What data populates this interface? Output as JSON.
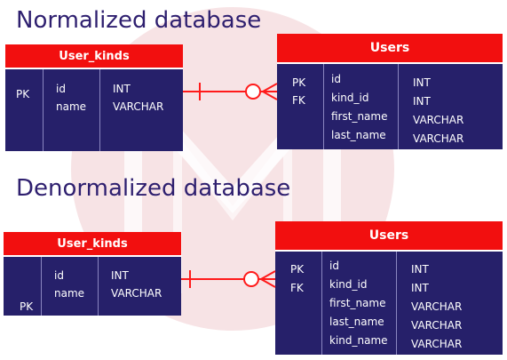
{
  "colors": {
    "heading": "#2e1f6f",
    "table_header": "#f20f0f",
    "table_body": "#26206a",
    "relation_line": "#ff1a1a",
    "watermark": "#f7e3e5"
  },
  "watermark": {
    "icon": "m-logo-icon"
  },
  "normalized": {
    "heading": "Normalized database",
    "user_kinds": {
      "title": "User_kinds",
      "keys": [
        "PK"
      ],
      "fields": [
        "id",
        "name"
      ],
      "types": [
        "INT",
        "VARCHAR"
      ]
    },
    "users": {
      "title": "Users",
      "keys": [
        "PK",
        "FK"
      ],
      "fields": [
        "id",
        "kind_id",
        "first_name",
        "last_name"
      ],
      "types": [
        "INT",
        "INT",
        "VARCHAR",
        "VARCHAR"
      ]
    },
    "relationship": {
      "from": "one",
      "to": "many"
    }
  },
  "denormalized": {
    "heading": "Denormalized database",
    "user_kinds": {
      "title": "User_kinds",
      "keys": [
        "PK"
      ],
      "fields": [
        "id",
        "name"
      ],
      "types": [
        "INT",
        "VARCHAR"
      ]
    },
    "users": {
      "title": "Users",
      "keys": [
        "PK",
        "FK"
      ],
      "fields": [
        "id",
        "kind_id",
        "first_name",
        "last_name",
        "kind_name"
      ],
      "types": [
        "INT",
        "INT",
        "VARCHAR",
        "VARCHAR",
        "VARCHAR"
      ]
    },
    "relationship": {
      "from": "one",
      "to": "many"
    }
  }
}
